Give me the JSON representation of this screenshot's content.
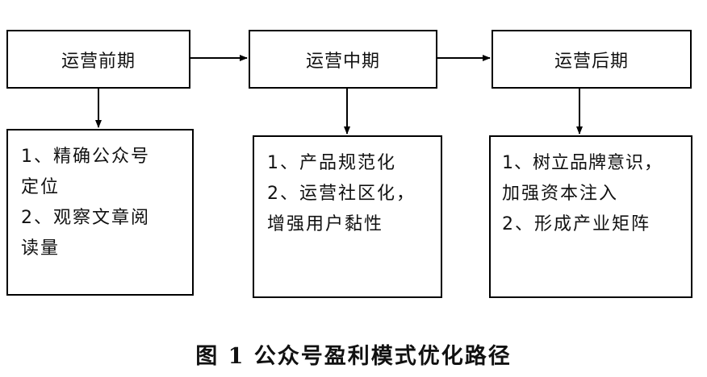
{
  "stages": [
    {
      "label": "运营前期"
    },
    {
      "label": "运营中期"
    },
    {
      "label": "运营后期"
    }
  ],
  "details": [
    {
      "lines": [
        "1、精确公众号",
        "定位",
        "2、观察文章阅",
        "读量"
      ]
    },
    {
      "lines": [
        "1、产品规范化",
        "2、运营社区化，",
        "增强用户黏性"
      ]
    },
    {
      "lines": [
        "1、树立品牌意识，",
        "加强资本注入",
        "2、形成产业矩阵"
      ]
    }
  ],
  "caption": "图 1  公众号盈利模式优化路径"
}
